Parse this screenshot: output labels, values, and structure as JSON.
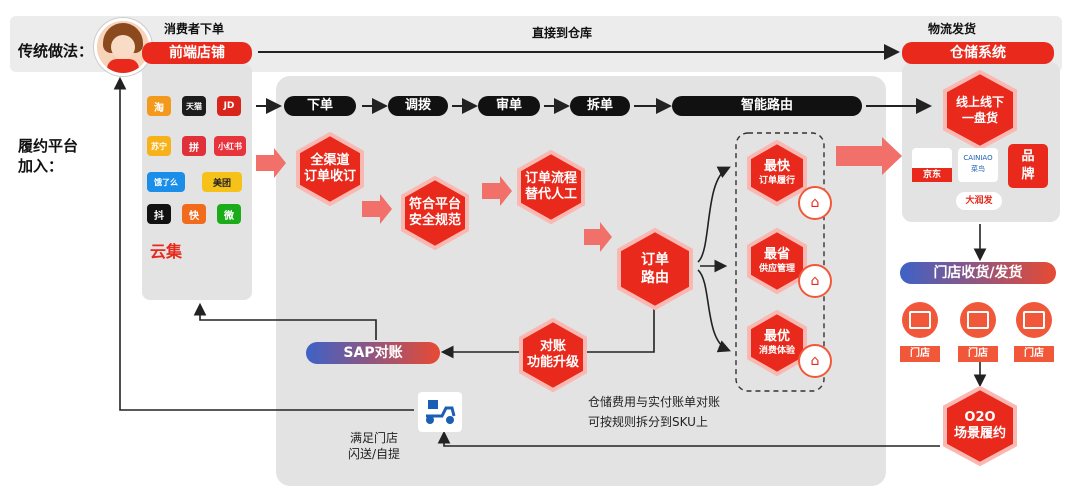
{
  "traditional": {
    "label": "传统做法：",
    "consumer_order": "消费者下单",
    "front_store": "前端店铺",
    "direct_label": "直接到仓库",
    "logistics": "物流发货",
    "warehouse_system": "仓储系统"
  },
  "platform": {
    "line1": "履约平台",
    "line2": "加入："
  },
  "pipeline": [
    "下单",
    "调拨",
    "审单",
    "拆单",
    "智能路由"
  ],
  "apps": [
    {
      "label": "淘",
      "color": "#f39a1d",
      "icon": "taobao-icon"
    },
    {
      "label": "天猫",
      "color": "#1c1c1c",
      "icon": "tmall-icon"
    },
    {
      "label": "JD",
      "color": "#d8261c",
      "icon": "jd-icon"
    },
    {
      "label": "苏宁",
      "color": "#f7b21a",
      "icon": "suning-icon"
    },
    {
      "label": "拼",
      "color": "#e0303a",
      "icon": "pinduoduo-icon"
    },
    {
      "label": "小红书",
      "color": "#e8333c",
      "icon": "xiaohongshu-icon"
    },
    {
      "label": "饿了么",
      "color": "#1a8ee8",
      "icon": "eleme-icon"
    },
    {
      "label": "美团",
      "color": "#f6c21a",
      "icon": "meituan-icon"
    },
    {
      "label": "抖",
      "color": "#111111",
      "icon": "douyin-icon"
    },
    {
      "label": "快",
      "color": "#f26b1d",
      "icon": "kuaishou-icon"
    },
    {
      "label": "微",
      "color": "#1aad19",
      "icon": "wechat-icon"
    }
  ],
  "apps_text": {
    "meituan": "美团",
    "yunji": "云集",
    "xiaohongshu": "小红书"
  },
  "hexes": {
    "channel": {
      "l1": "全渠道",
      "l2": "订单收订"
    },
    "compliance": {
      "l1": "符合平台",
      "l2": "安全规范"
    },
    "process": {
      "l1": "订单流程",
      "l2": "替代人工"
    },
    "routing": {
      "l1": "订单",
      "l2": "路由"
    },
    "reconcile": {
      "l1": "对账",
      "l2": "功能升级"
    },
    "fastest": {
      "l1": "最快",
      "l2": "订单履行"
    },
    "cheapest": {
      "l1": "最省",
      "l2": "供应管理"
    },
    "best": {
      "l1": "最优",
      "l2": "消费体验"
    },
    "onlineoffline": {
      "l1": "线上线下",
      "l2": "一盘货"
    },
    "o2o": {
      "l1": "O2O",
      "l2": "场景履约"
    }
  },
  "sap": "SAP对账",
  "notes": {
    "line1": "仓储费用与实付账单对账",
    "line2": "可按规则拆分到SKU上"
  },
  "delivery": {
    "line1": "满足门店",
    "line2": "闪送/自提"
  },
  "warehouse_logos": {
    "jd": "京东",
    "cainiao_l1": "CAINIAO",
    "cainiao_l2": "菜鸟",
    "brand_l1": "品",
    "brand_l2": "牌",
    "darunfa": "大润发"
  },
  "store_section": {
    "title": "门店收货/发货",
    "store": "门店"
  },
  "colors": {
    "red": "#e8291c",
    "black": "#111111",
    "panel": "#e3e3e3",
    "blue": "#3d62c8"
  }
}
